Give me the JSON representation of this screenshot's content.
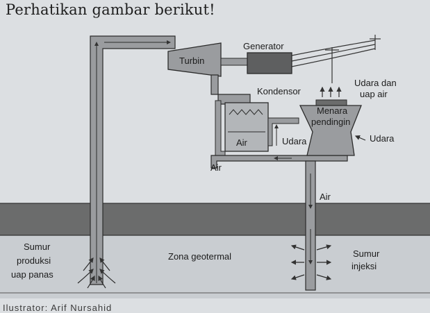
{
  "heading": "Perhatikan gambar berikut!",
  "credit": "Ilustrator: Arif Nursahid",
  "diagram": {
    "turbin": "Turbin",
    "generator": "Generator",
    "kondensor": "Kondensor",
    "udara_uap_1": "Udara dan",
    "udara_uap_2": "uap air",
    "menara_1": "Menara",
    "menara_2": "pendingin",
    "udara_right": "Udara",
    "udara_inner": "Udara",
    "air_tank": "Air",
    "air_left": "Air",
    "air_pipe": "Air",
    "sumur_prod_1": "Sumur",
    "sumur_prod_2": "produksi",
    "sumur_prod_3": "uap panas",
    "zona": "Zona geotermal",
    "sumur_inj_1": "Sumur",
    "sumur_inj_2": "injeksi"
  },
  "colors": {
    "ground_band": "#6b6c6c",
    "lower_zone": "#c9cdd1",
    "pipe": "#9a9c9f",
    "outline": "#2b2b2b"
  }
}
